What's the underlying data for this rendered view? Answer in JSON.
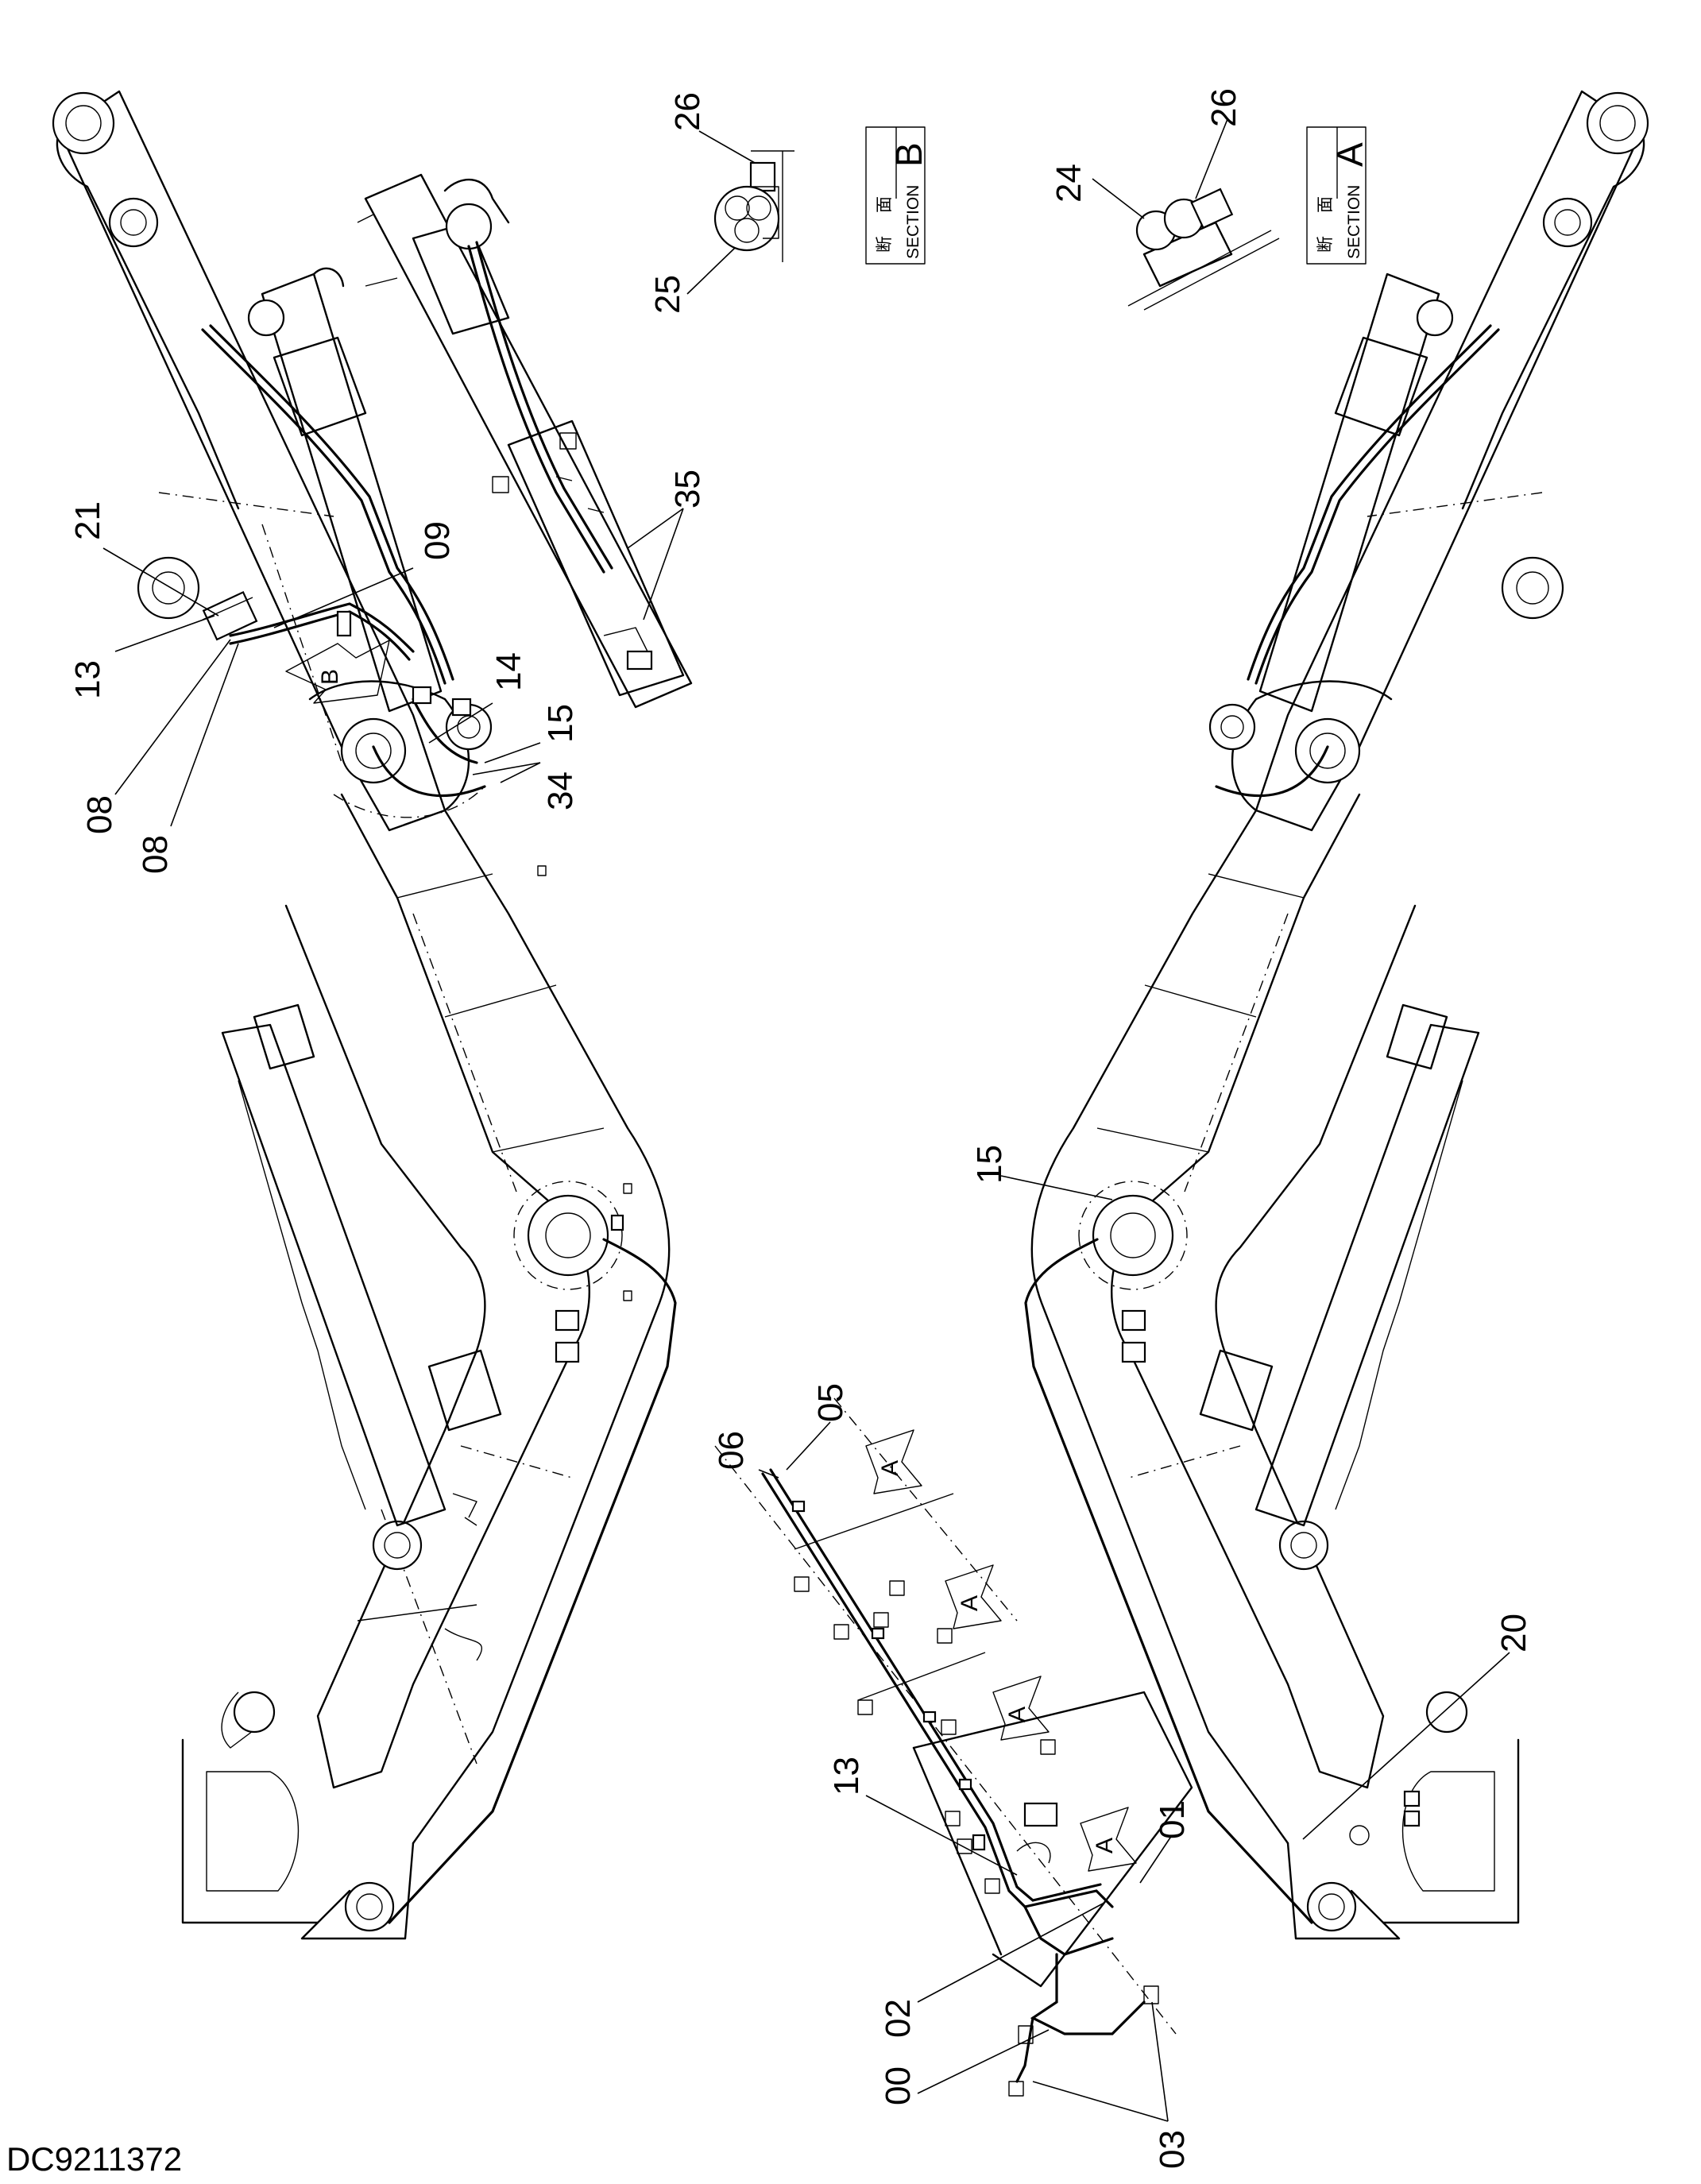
{
  "drawing_number": "DC9211372",
  "callouts": [
    {
      "id": "c26-b",
      "text": "26"
    },
    {
      "id": "c25",
      "text": "25"
    },
    {
      "id": "c26-a",
      "text": "26"
    },
    {
      "id": "c24",
      "text": "24"
    },
    {
      "id": "c21",
      "text": "21"
    },
    {
      "id": "c09",
      "text": "09"
    },
    {
      "id": "c13-top",
      "text": "13"
    },
    {
      "id": "c08-a",
      "text": "08"
    },
    {
      "id": "c08-b",
      "text": "08"
    },
    {
      "id": "c14",
      "text": "14"
    },
    {
      "id": "c15-top",
      "text": "15"
    },
    {
      "id": "c34",
      "text": "34"
    },
    {
      "id": "c35",
      "text": "35"
    },
    {
      "id": "c15-right",
      "text": "15"
    },
    {
      "id": "c05",
      "text": "05"
    },
    {
      "id": "c06",
      "text": "06"
    },
    {
      "id": "c13-bottom",
      "text": "13"
    },
    {
      "id": "c01",
      "text": "01"
    },
    {
      "id": "c02",
      "text": "02"
    },
    {
      "id": "c00",
      "text": "00"
    },
    {
      "id": "c03",
      "text": "03"
    },
    {
      "id": "c20",
      "text": "20"
    }
  ],
  "sections": {
    "b": {
      "kanji_1": "断",
      "kanji_2": "面",
      "word": "SECTION",
      "letter": "B"
    },
    "a": {
      "kanji_1": "断",
      "kanji_2": "面",
      "word": "SECTION",
      "letter": "A"
    }
  },
  "view_markers": {
    "b": "B",
    "a": [
      "A",
      "A",
      "A",
      "A"
    ]
  }
}
